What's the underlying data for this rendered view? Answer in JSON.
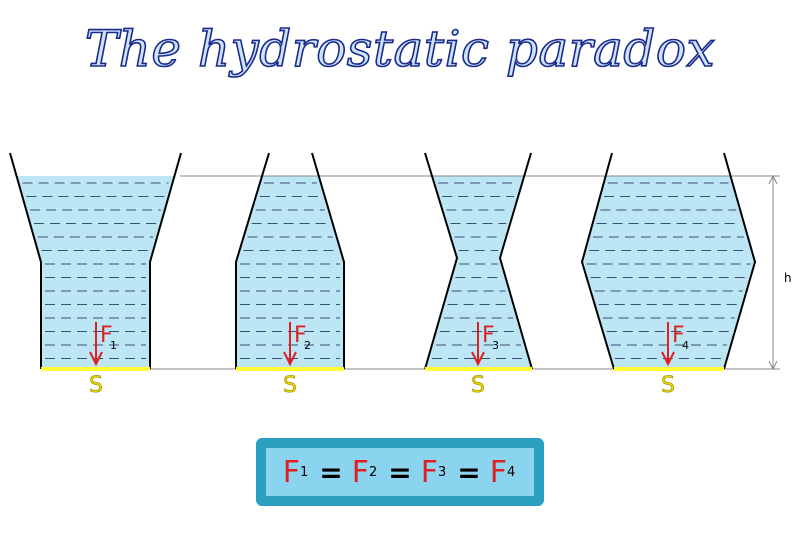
{
  "title": "The hydrostatic paradox",
  "height_label": "h",
  "vessels": [
    {
      "force": "F",
      "sub": "1",
      "area": "S"
    },
    {
      "force": "F",
      "sub": "2",
      "area": "S"
    },
    {
      "force": "F",
      "sub": "3",
      "area": "S"
    },
    {
      "force": "F",
      "sub": "4",
      "area": "S"
    }
  ],
  "formula": {
    "terms": [
      {
        "letter": "F",
        "sub": "1"
      },
      {
        "letter": "F",
        "sub": "2"
      },
      {
        "letter": "F",
        "sub": "3"
      },
      {
        "letter": "F",
        "sub": "4"
      }
    ],
    "operator": "="
  },
  "colors": {
    "water": "#bde6f5",
    "dash": "#3a4f7a",
    "wall": "#000000",
    "base": "#ffff33",
    "force": "#e02020",
    "area_label": "#e8d800",
    "title_fill": "#cfe4fb",
    "title_stroke": "#1a2b8c",
    "box_outer": "#2a9fc0",
    "box_inner": "#8ad4f0"
  }
}
